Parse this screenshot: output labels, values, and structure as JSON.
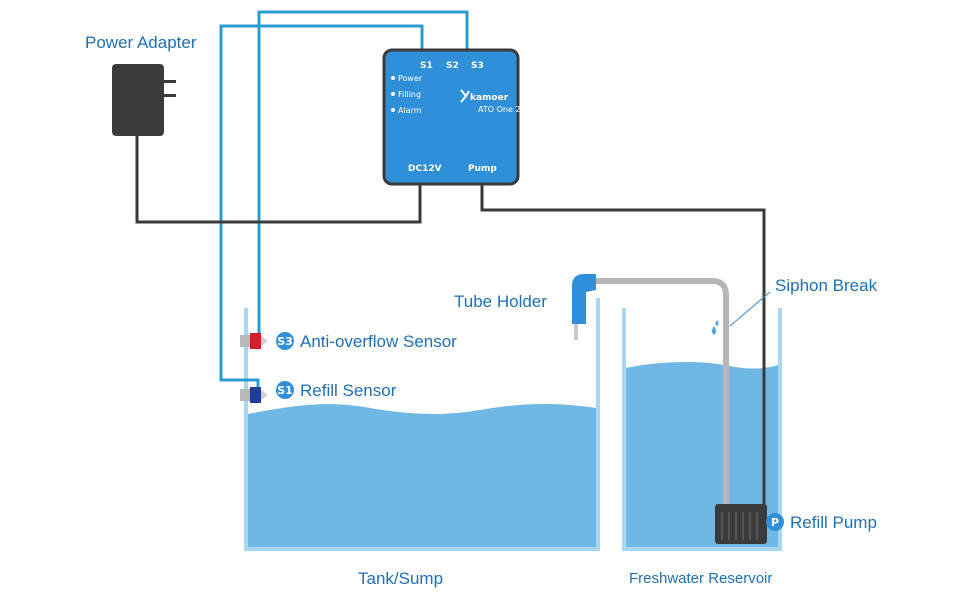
{
  "labels": {
    "power_adapter": "Power Adapter",
    "tube_holder": "Tube Holder",
    "siphon_break": "Siphon Break",
    "anti_overflow_sensor": "Anti-overflow Sensor",
    "refill_sensor": "Refill Sensor",
    "refill_pump": "Refill Pump",
    "tank_sump": "Tank/Sump",
    "freshwater_reservoir": "Freshwater Reservoir"
  },
  "badges": {
    "s3": "S3",
    "s1": "S1",
    "pump": "P"
  },
  "controller": {
    "ports": [
      "S1",
      "S2",
      "S3"
    ],
    "indicators": [
      "Power",
      "Filling",
      "Alarm"
    ],
    "brand": "kamoer",
    "model": "ATO One 2",
    "dc_label": "DC12V",
    "pump_label": "Pump"
  },
  "colors": {
    "accent_blue": "#2f8fd8",
    "sensor_wire": "#2b9bd6",
    "water": "#6fb8e6",
    "tank_wall": "#a9d6f2",
    "dark_wire": "#3a3a3a",
    "device_gray": "#3b3b3b",
    "label_blue": "#1f6fb5",
    "sensor_red": "#d0202a",
    "sensor_blue": "#1d3f9a"
  }
}
